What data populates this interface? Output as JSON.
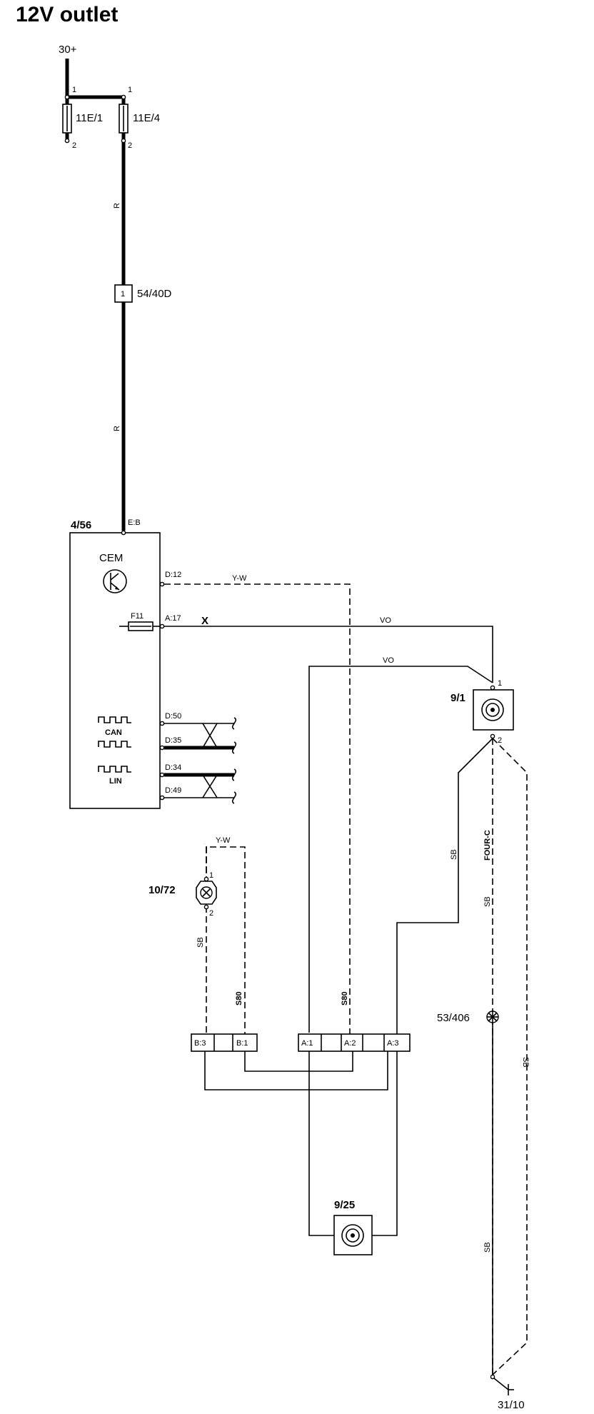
{
  "title": "12V outlet",
  "supply": {
    "label": "30+"
  },
  "fuses": [
    {
      "id": "11E/1",
      "pin_top": "1",
      "pin_bottom": "2"
    },
    {
      "id": "11E/4",
      "pin_top": "1",
      "pin_bottom": "2"
    }
  ],
  "connector_54_40D": {
    "id": "54/40D",
    "pin": "1"
  },
  "wire_colors": {
    "r": "R",
    "yw": "Y-W",
    "vo": "VO",
    "sb": "SB"
  },
  "cem": {
    "id": "4/56",
    "name": "CEM",
    "pin_power": "E:B",
    "pin_d12": "D:12",
    "pin_a17": "A:17",
    "fuse_f11": "F11",
    "x_mark": "X",
    "pins_bus": [
      "D:50",
      "D:35",
      "D:34",
      "D:49"
    ],
    "can_label": "CAN",
    "lin_label": "LIN"
  },
  "outlet_9_1": {
    "id": "9/1",
    "pin1": "1",
    "pin2": "2",
    "variant": "FOUR-C"
  },
  "lamp_10_72": {
    "id": "10/72",
    "pin1": "1",
    "pin2": "2"
  },
  "model_note": "S80",
  "connector_pins_left": [
    "B:3",
    "B:1"
  ],
  "connector_pins_right": [
    "A:1",
    "A:2",
    "A:3"
  ],
  "splice": {
    "id": "53/406"
  },
  "outlet_9_25": {
    "id": "9/25"
  },
  "ground": {
    "id": "31/10"
  }
}
